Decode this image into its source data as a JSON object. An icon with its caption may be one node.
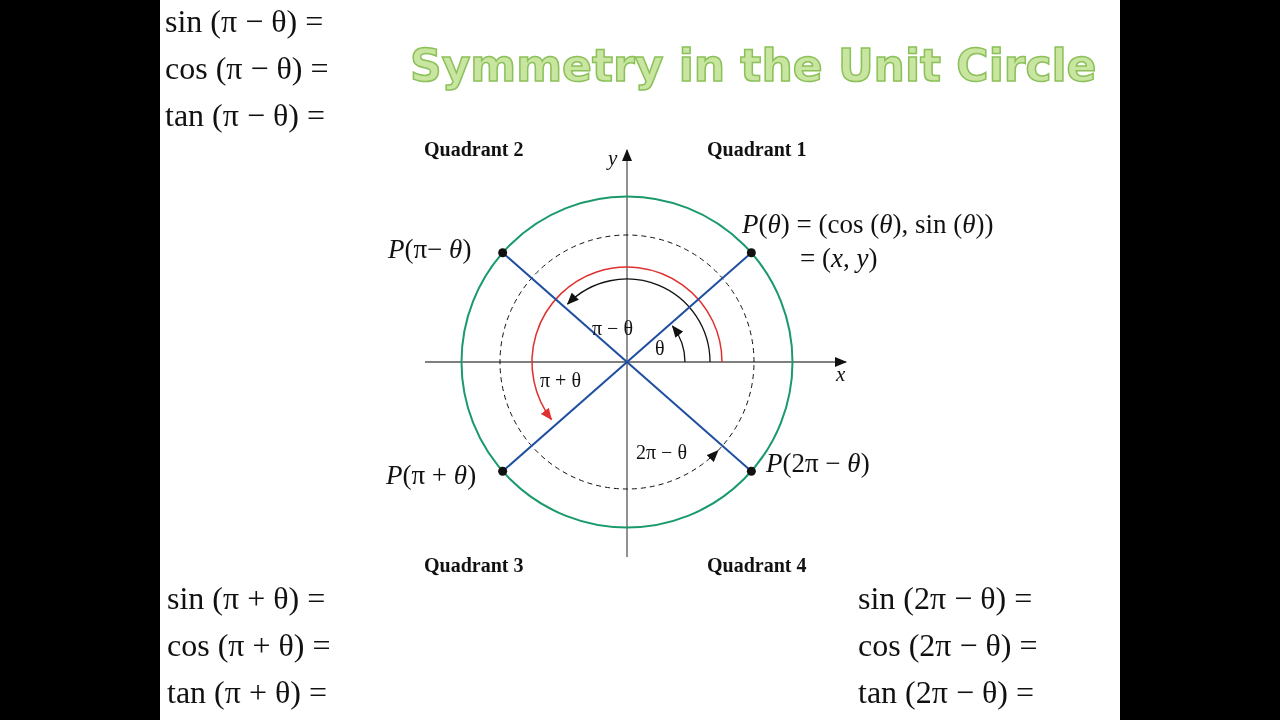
{
  "diagram": {
    "title": "Symmetry in the Unit Circle",
    "labels": [
      "sin (π − θ) =",
      "cos (π − θ) =",
      "tan (π − θ) =",
      "Quadrant 2",
      "*y*",
      "Quadrant 1",
      "*P*(*θ*) = (cos (*θ*), sin (*θ*))",
      "= (*x*, *y*)",
      "*P*(π− *θ*)",
      "π − θ",
      "θ",
      "*x*",
      "π + θ",
      "2π − θ",
      "*P*(π + *θ*)",
      "*P*(2π − *θ*)",
      "Quadrant 3",
      "Quadrant 4",
      "sin (π + θ) =",
      "cos (π + θ) =",
      "tan (π + θ) =",
      "sin (2π − θ) =",
      "cos (2π − θ) =",
      "tan (2π − θ) ="
    ]
  }
}
